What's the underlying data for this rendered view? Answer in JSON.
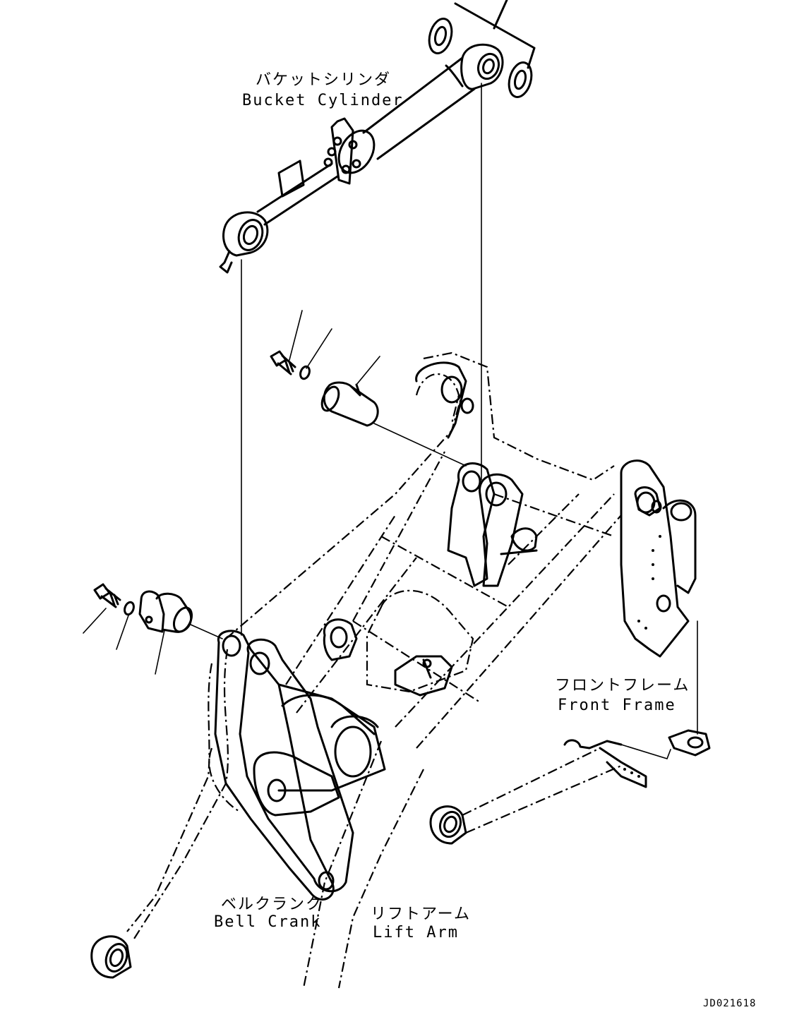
{
  "labels": {
    "bucket_cylinder_jp": "バケットシリンダ",
    "bucket_cylinder_en": "Bucket Cylinder",
    "front_frame_jp": "フロントフレーム",
    "front_frame_en": "Front Frame",
    "bell_crank_jp": "ベルクランク",
    "bell_crank_en": "Bell Crank",
    "lift_arm_jp": "リフトアーム",
    "lift_arm_en": "Lift Arm"
  },
  "drawing_code": "JD021618"
}
